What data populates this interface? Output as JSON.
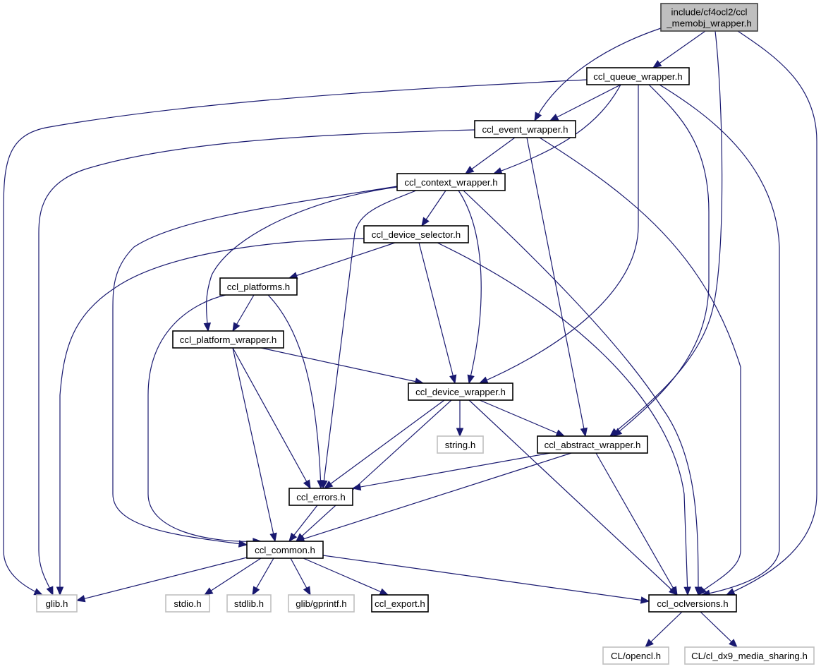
{
  "diagram": {
    "type": "include-dependency-graph",
    "edge_color": "#191970",
    "root_fill": "#bfbfbf",
    "node_border": "#000000",
    "external_border": "#bfbfbf",
    "nodes": [
      {
        "id": "root",
        "label": [
          "include/cf4ocl2/ccl",
          "_memobj_wrapper.h"
        ],
        "style": "root"
      },
      {
        "id": "queue",
        "label": [
          "ccl_queue_wrapper.h"
        ],
        "style": "normal"
      },
      {
        "id": "event",
        "label": [
          "ccl_event_wrapper.h"
        ],
        "style": "normal"
      },
      {
        "id": "context",
        "label": [
          "ccl_context_wrapper.h"
        ],
        "style": "normal"
      },
      {
        "id": "selector",
        "label": [
          "ccl_device_selector.h"
        ],
        "style": "normal"
      },
      {
        "id": "platforms",
        "label": [
          "ccl_platforms.h"
        ],
        "style": "normal"
      },
      {
        "id": "platform",
        "label": [
          "ccl_platform_wrapper.h"
        ],
        "style": "normal"
      },
      {
        "id": "device",
        "label": [
          "ccl_device_wrapper.h"
        ],
        "style": "normal"
      },
      {
        "id": "string",
        "label": [
          "string.h"
        ],
        "style": "external"
      },
      {
        "id": "abstract",
        "label": [
          "ccl_abstract_wrapper.h"
        ],
        "style": "normal"
      },
      {
        "id": "errors",
        "label": [
          "ccl_errors.h"
        ],
        "style": "normal"
      },
      {
        "id": "common",
        "label": [
          "ccl_common.h"
        ],
        "style": "normal"
      },
      {
        "id": "glib",
        "label": [
          "glib.h"
        ],
        "style": "external"
      },
      {
        "id": "stdio",
        "label": [
          "stdio.h"
        ],
        "style": "external"
      },
      {
        "id": "stdlib",
        "label": [
          "stdlib.h"
        ],
        "style": "external"
      },
      {
        "id": "gprintf",
        "label": [
          "glib/gprintf.h"
        ],
        "style": "external"
      },
      {
        "id": "export",
        "label": [
          "ccl_export.h"
        ],
        "style": "normal"
      },
      {
        "id": "oclversions",
        "label": [
          "ccl_oclversions.h"
        ],
        "style": "normal"
      },
      {
        "id": "opencl",
        "label": [
          "CL/opencl.h"
        ],
        "style": "external"
      },
      {
        "id": "dx9",
        "label": [
          "CL/cl_dx9_media_sharing.h"
        ],
        "style": "external"
      }
    ],
    "edges": [
      [
        "root",
        "queue"
      ],
      [
        "root",
        "event"
      ],
      [
        "root",
        "abstract"
      ],
      [
        "root",
        "oclversions"
      ],
      [
        "queue",
        "event"
      ],
      [
        "queue",
        "context"
      ],
      [
        "queue",
        "device"
      ],
      [
        "queue",
        "abstract"
      ],
      [
        "queue",
        "oclversions"
      ],
      [
        "queue",
        "glib"
      ],
      [
        "event",
        "context"
      ],
      [
        "event",
        "abstract"
      ],
      [
        "event",
        "oclversions"
      ],
      [
        "event",
        "glib"
      ],
      [
        "context",
        "selector"
      ],
      [
        "context",
        "platform"
      ],
      [
        "context",
        "device"
      ],
      [
        "context",
        "errors"
      ],
      [
        "context",
        "common"
      ],
      [
        "context",
        "oclversions"
      ],
      [
        "selector",
        "platforms"
      ],
      [
        "selector",
        "device"
      ],
      [
        "selector",
        "oclversions"
      ],
      [
        "selector",
        "glib"
      ],
      [
        "platforms",
        "platform"
      ],
      [
        "platforms",
        "errors"
      ],
      [
        "platforms",
        "common"
      ],
      [
        "platform",
        "device"
      ],
      [
        "platform",
        "errors"
      ],
      [
        "platform",
        "common"
      ],
      [
        "device",
        "string"
      ],
      [
        "device",
        "abstract"
      ],
      [
        "device",
        "errors"
      ],
      [
        "device",
        "common"
      ],
      [
        "device",
        "oclversions"
      ],
      [
        "abstract",
        "errors"
      ],
      [
        "abstract",
        "common"
      ],
      [
        "abstract",
        "oclversions"
      ],
      [
        "errors",
        "common"
      ],
      [
        "common",
        "glib"
      ],
      [
        "common",
        "stdio"
      ],
      [
        "common",
        "stdlib"
      ],
      [
        "common",
        "gprintf"
      ],
      [
        "common",
        "export"
      ],
      [
        "common",
        "oclversions"
      ],
      [
        "oclversions",
        "opencl"
      ],
      [
        "oclversions",
        "dx9"
      ]
    ]
  }
}
